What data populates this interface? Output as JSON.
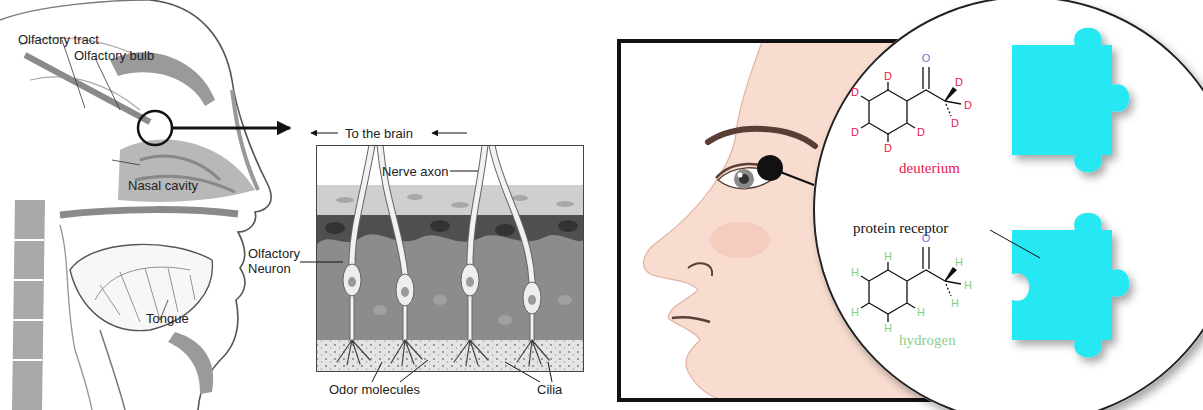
{
  "diagram": {
    "nodes": [
      {
        "text": [
          "Nerve axon"
        ]
      },
      {
        "text": [
          "deuterium",
          "protein receptor",
          "hydrogen"
        ]
      }
    ],
    "labels": [
      "Olfactory tract",
      "Olfactory bulb",
      "Nasal cavity",
      "Tongue",
      "To the brain",
      "Olfactory Neuron",
      "Odor molecules",
      "Cilia",
      "D",
      "D",
      "D",
      "D",
      "D",
      "D",
      "D",
      "D",
      "O",
      "H",
      "H",
      "H",
      "H",
      "H",
      "H",
      "H",
      "H",
      "O"
    ]
  }
}
